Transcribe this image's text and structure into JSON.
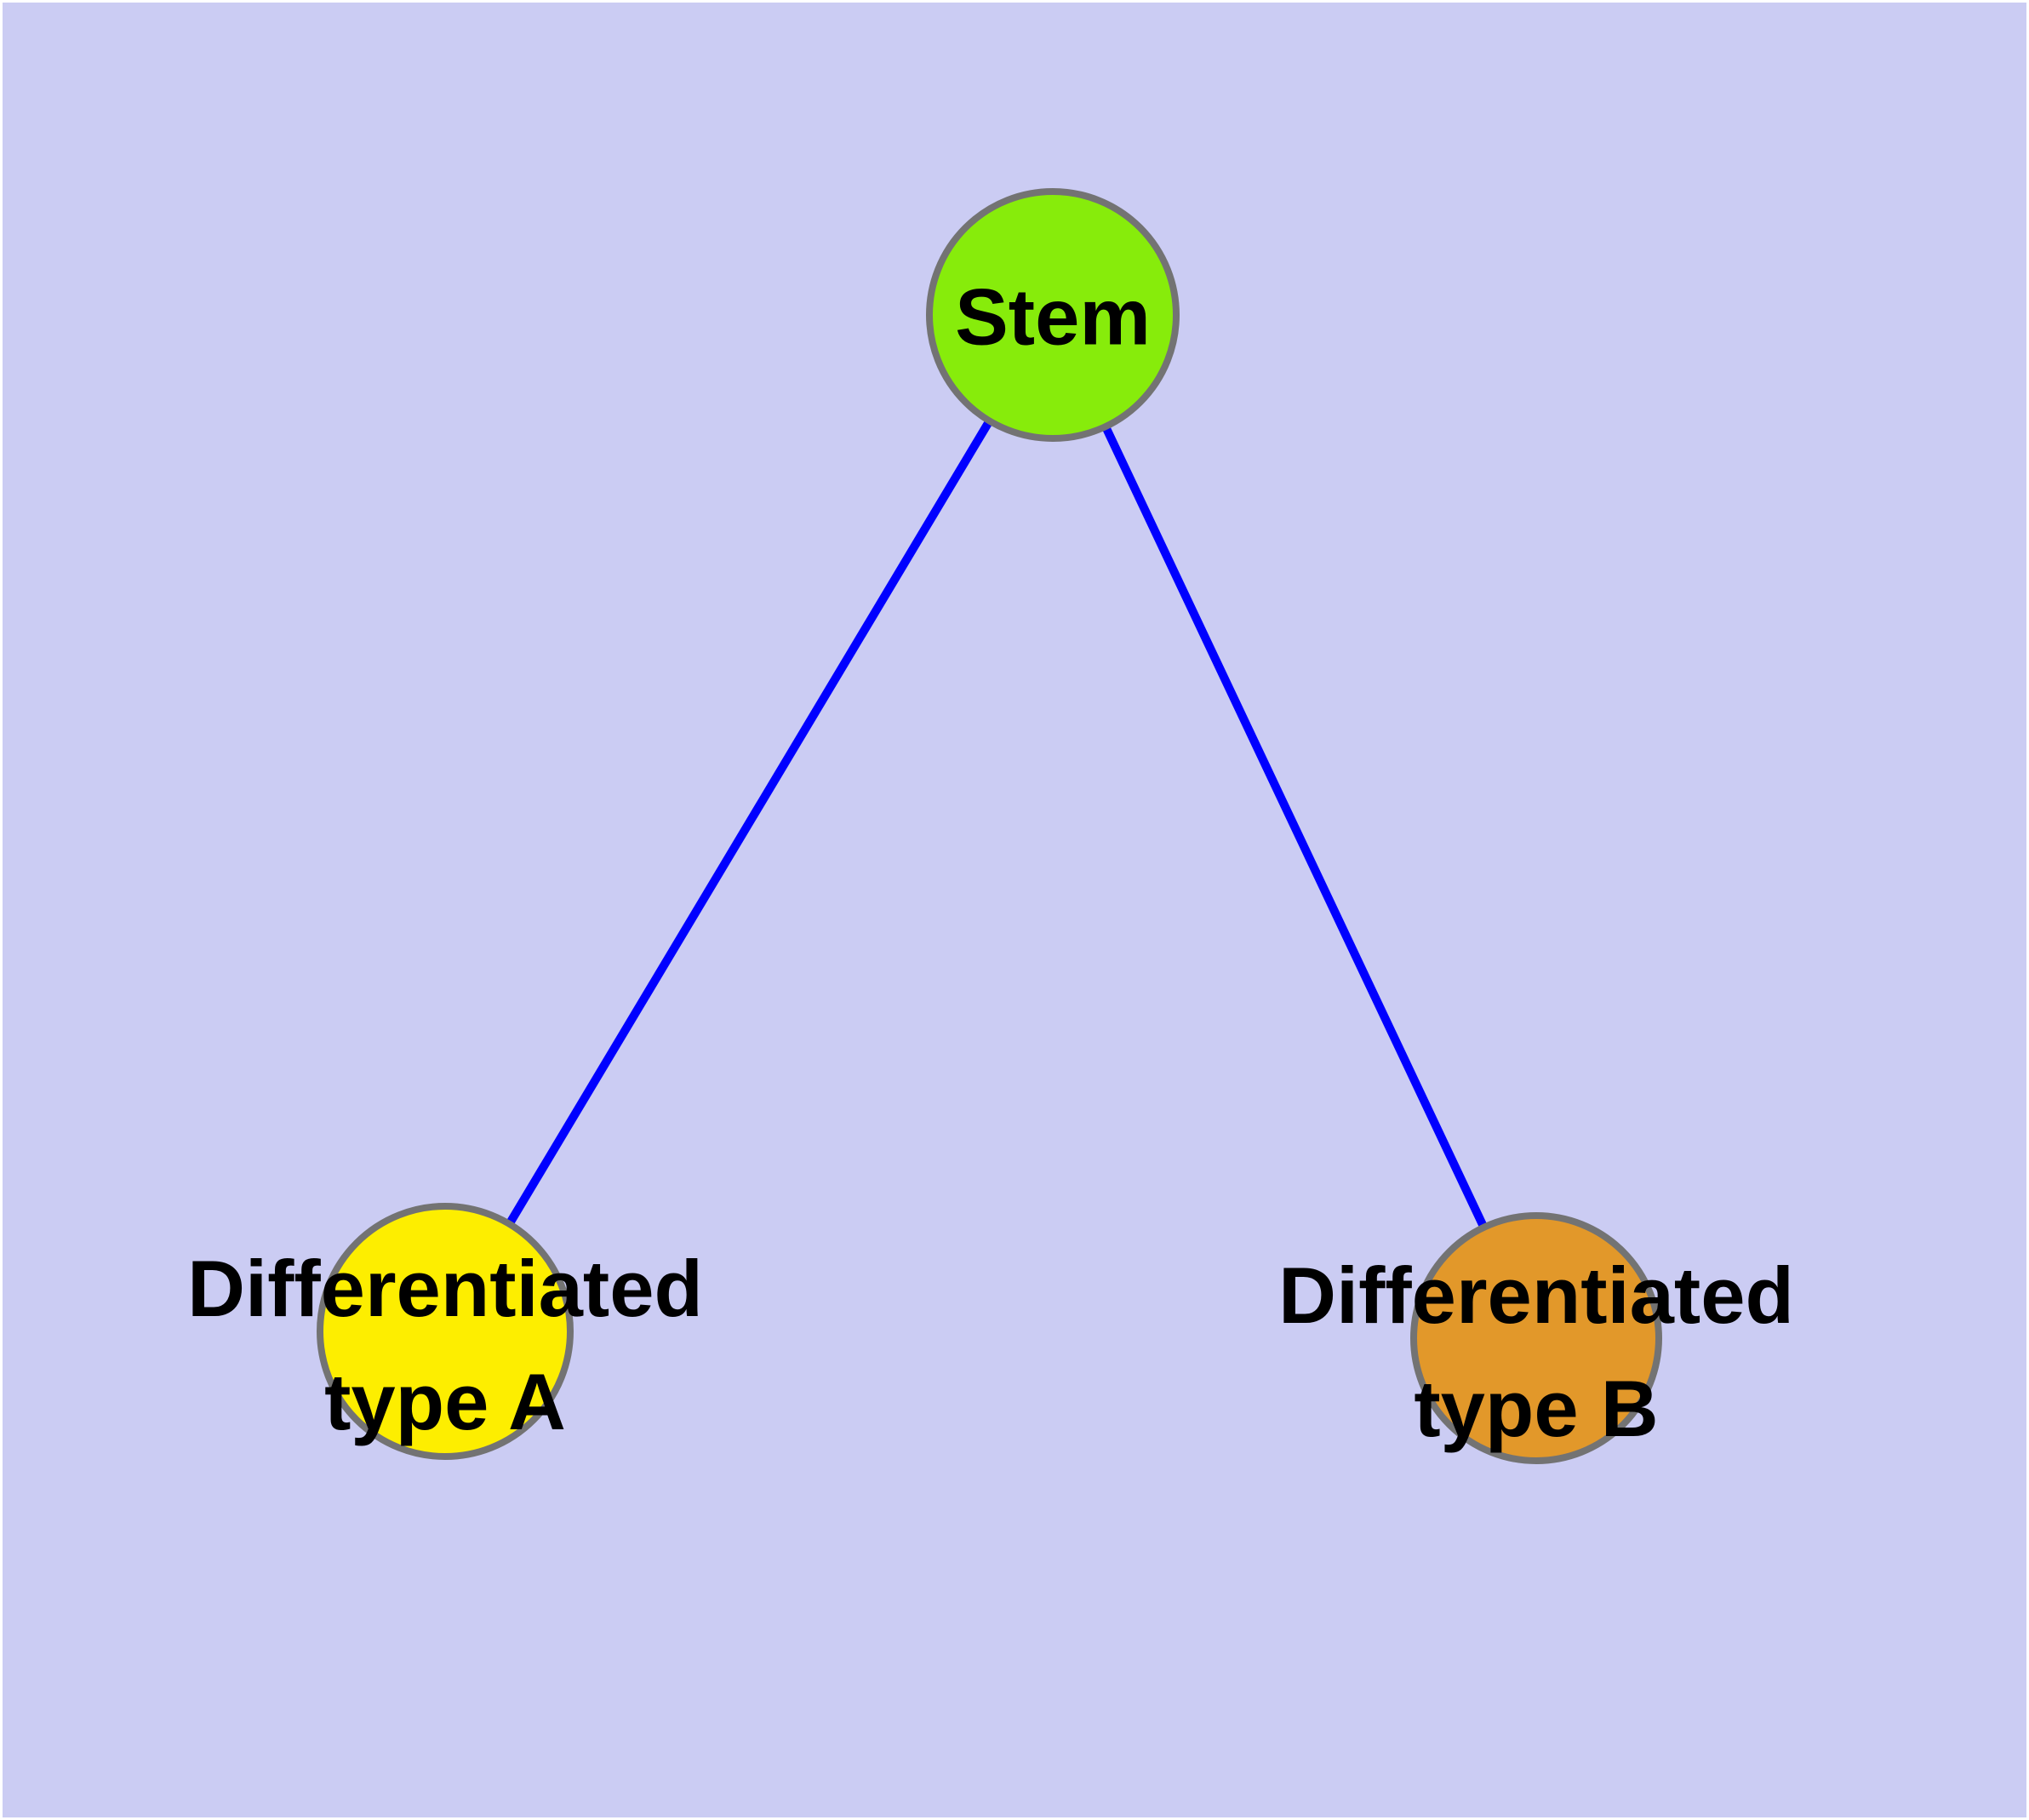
{
  "figure": {
    "type": "node-link-diagram",
    "background_color": "#cbccf3",
    "margin_color": "#ffffff",
    "text_color": "#000000"
  },
  "graph": {
    "nodes": [
      {
        "id": "stem",
        "label": "Stem",
        "fill": "#87ec0b",
        "border_color": "#737373",
        "shape": "circle"
      },
      {
        "id": "differentiated-type-a",
        "label": "Differentiated type A",
        "label_line1": "Differentiated",
        "label_line2": "type A",
        "fill": "#fdee00",
        "border_color": "#737373",
        "shape": "circle"
      },
      {
        "id": "differentiated-type-b",
        "label": "Differentiated type B",
        "label_line1": "Differentiated",
        "label_line2": "type B",
        "fill": "#e2982a",
        "border_color": "#737373",
        "shape": "circle"
      }
    ],
    "edges": [
      {
        "from": "stem",
        "to": "differentiated-type-a",
        "color": "#0000ff"
      },
      {
        "from": "stem",
        "to": "differentiated-type-b",
        "color": "#0000ff"
      }
    ]
  }
}
